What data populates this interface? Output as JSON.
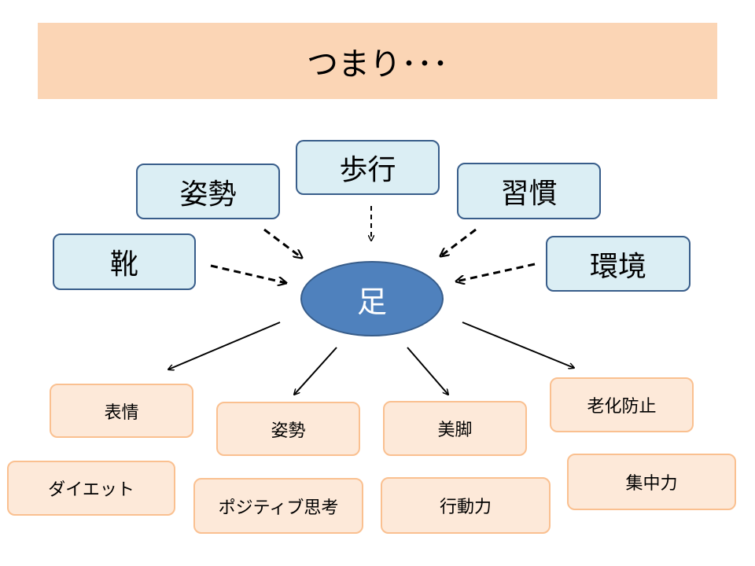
{
  "title": "つまり･･･",
  "center": "足",
  "causes": {
    "shoes": "靴",
    "posture": "姿勢",
    "walking": "歩行",
    "habit": "習慣",
    "environment": "環境"
  },
  "effects": {
    "expression": "表情",
    "diet": "ダイエット",
    "posture": "姿勢",
    "positive_thinking": "ポジティブ思考",
    "beautiful_legs": "美脚",
    "action_power": "行動力",
    "anti_aging": "老化防止",
    "concentration": "集中力"
  },
  "colors": {
    "banner": "#fbd5b5",
    "cause_fill": "#dbeef4",
    "cause_border": "#385d8a",
    "hub_fill": "#4f81bd",
    "effect_fill": "#fde9d9",
    "effect_border": "#fac090"
  }
}
